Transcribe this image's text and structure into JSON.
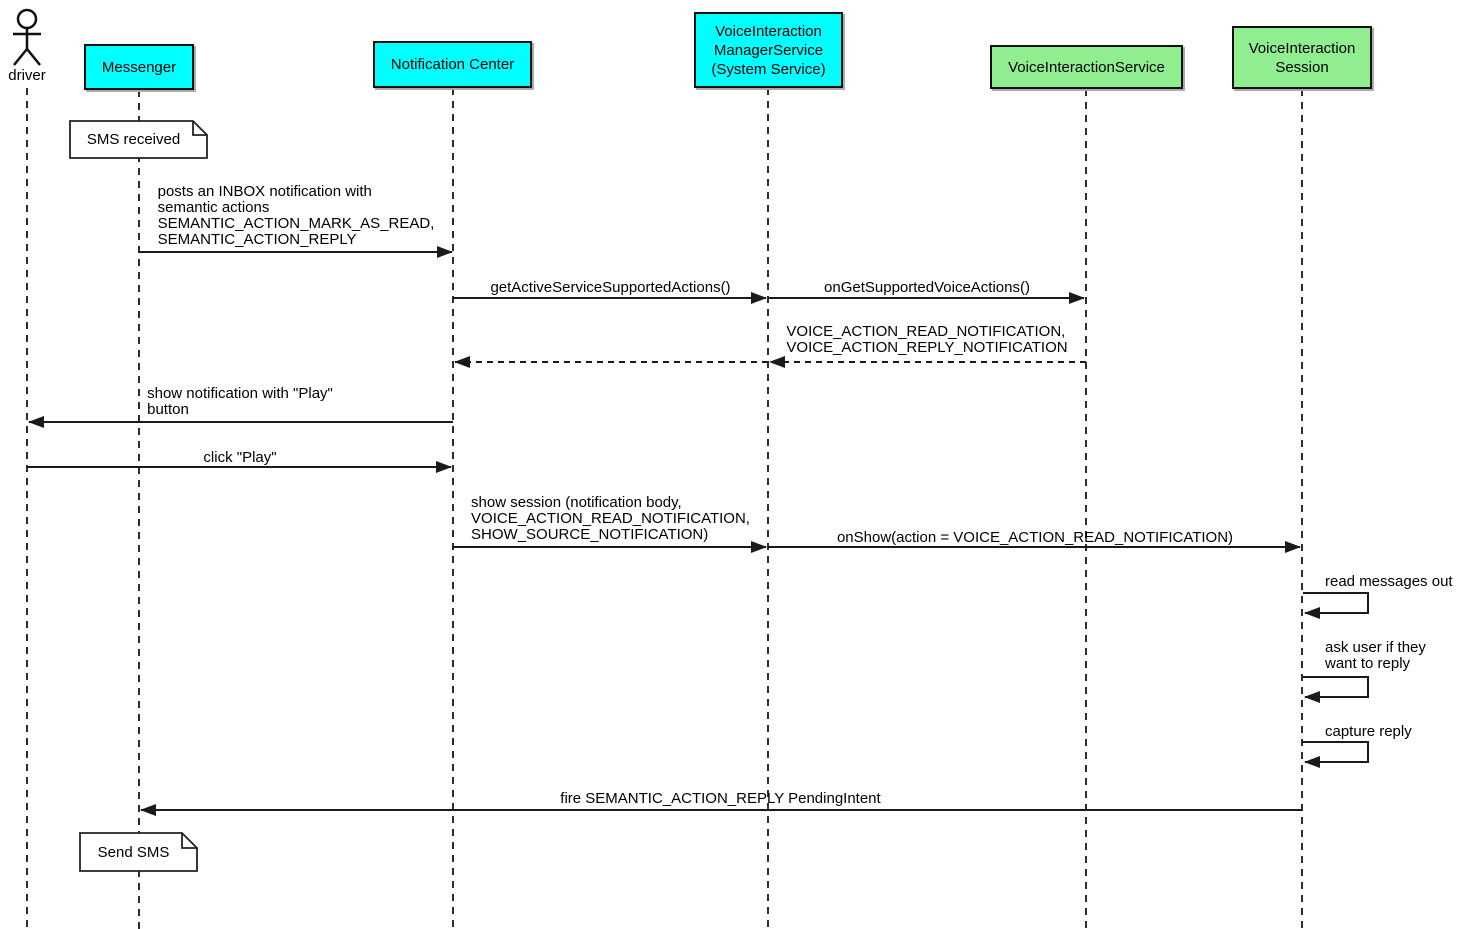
{
  "diagram": {
    "type": "uml-sequence"
  },
  "participants": [
    {
      "label": "driver",
      "kind": "actor"
    },
    {
      "label": "Messenger",
      "kind": "box",
      "color": "#00FFFF"
    },
    {
      "label": "Notification Center",
      "kind": "box",
      "color": "#00FFFF"
    },
    {
      "label": "VoiceInteraction\nManagerService\n(System Service)",
      "kind": "box",
      "color": "#00FFFF"
    },
    {
      "label": "VoiceInteractionService",
      "kind": "box",
      "color": "#90EE90"
    },
    {
      "label": "VoiceInteraction\nSession",
      "kind": "box",
      "color": "#90EE90"
    }
  ],
  "notes": [
    {
      "text": "SMS received",
      "attached_to": "Messenger"
    },
    {
      "text": "Send SMS",
      "attached_to": "Messenger"
    }
  ],
  "messages": [
    {
      "label": "posts an INBOX notification with\nsemantic actions\nSEMANTIC_ACTION_MARK_AS_READ,\nSEMANTIC_ACTION_REPLY",
      "from": "Messenger",
      "to": "Notification Center",
      "style": "solid"
    },
    {
      "label": "getActiveServiceSupportedActions()",
      "from": "Notification Center",
      "to": "VoiceInteraction ManagerService (System Service)",
      "style": "solid"
    },
    {
      "label": "onGetSupportedVoiceActions()",
      "from": "VoiceInteraction ManagerService (System Service)",
      "to": "VoiceInteractionService",
      "style": "solid"
    },
    {
      "label": "VOICE_ACTION_READ_NOTIFICATION,\nVOICE_ACTION_REPLY_NOTIFICATION",
      "from": "VoiceInteractionService",
      "to": "VoiceInteraction ManagerService (System Service)",
      "style": "dashed"
    },
    {
      "label": "",
      "from": "VoiceInteraction ManagerService (System Service)",
      "to": "Notification Center",
      "style": "dashed"
    },
    {
      "label": "show notification with \"Play\"\nbutton",
      "from": "Notification Center",
      "to": "driver",
      "style": "solid"
    },
    {
      "label": "click \"Play\"",
      "from": "driver",
      "to": "Notification Center",
      "style": "solid"
    },
    {
      "label": "show session (notification body,\nVOICE_ACTION_READ_NOTIFICATION,\nSHOW_SOURCE_NOTIFICATION)",
      "from": "Notification Center",
      "to": "VoiceInteraction ManagerService (System Service)",
      "style": "solid"
    },
    {
      "label": "onShow(action = VOICE_ACTION_READ_NOTIFICATION)",
      "from": "VoiceInteraction ManagerService (System Service)",
      "to": "VoiceInteraction Session",
      "style": "solid"
    },
    {
      "label": "read messages out",
      "from": "VoiceInteraction Session",
      "to": "VoiceInteraction Session",
      "style": "self"
    },
    {
      "label": "ask user if they\nwant to reply",
      "from": "VoiceInteraction Session",
      "to": "VoiceInteraction Session",
      "style": "self"
    },
    {
      "label": "capture reply",
      "from": "VoiceInteraction Session",
      "to": "VoiceInteraction Session",
      "style": "self"
    },
    {
      "label": "fire SEMANTIC_ACTION_REPLY PendingIntent",
      "from": "VoiceInteraction Session",
      "to": "Messenger",
      "style": "solid"
    }
  ],
  "colors": {
    "system_participant": "#00FFFF",
    "voice_participant": "#90EE90",
    "line": "#1a1a1a",
    "note_fill": "#FFFFFF",
    "background": "#FFFFFF"
  }
}
